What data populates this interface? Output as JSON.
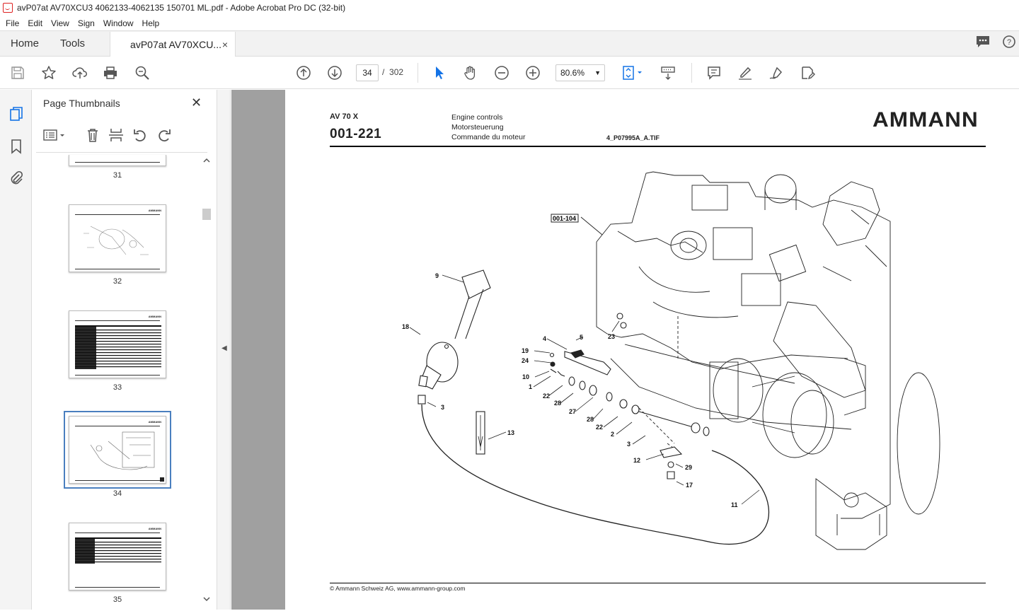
{
  "window": {
    "title": "avP07at AV70XCU3 4062133-4062135 150701 ML.pdf - Adobe Acrobat Pro DC (32-bit)"
  },
  "menu": {
    "items": [
      "File",
      "Edit",
      "View",
      "Sign",
      "Window",
      "Help"
    ]
  },
  "tabs": {
    "home": "Home",
    "tools": "Tools",
    "document": "avP07at AV70XCU...",
    "close": "×"
  },
  "toolbar": {
    "page_current": "34",
    "page_sep": "/",
    "page_total": "302",
    "zoom": "80.6%"
  },
  "thumbnails": {
    "title": "Page Thumbnails",
    "close": "✕",
    "pages": [
      {
        "label": "31"
      },
      {
        "label": "32"
      },
      {
        "label": "33"
      },
      {
        "label": "34",
        "selected": true
      },
      {
        "label": "35"
      }
    ]
  },
  "document": {
    "model": "AV 70 X",
    "code": "001-221",
    "desc_en": "Engine controls",
    "desc_de": "Motorsteuerung",
    "desc_fr": "Commande du moteur",
    "file": "4_P07995A_A.TIF",
    "brand": "AMMANN",
    "footer": "© Ammann Schweiz AG, www.ammann-group.com",
    "ref_box": "001-104",
    "callouts": [
      "9",
      "18",
      "3",
      "13",
      "4",
      "5",
      "19",
      "24",
      "10",
      "1",
      "22",
      "28",
      "27",
      "28",
      "22",
      "2",
      "3",
      "12",
      "29",
      "17",
      "11",
      "23"
    ]
  },
  "icons": {
    "save": "save-icon",
    "bookmark": "star-icon",
    "upload": "upload-icon",
    "print": "print-icon",
    "search": "zoom-search-icon",
    "prev": "arrow-up-icon",
    "next": "arrow-down-icon",
    "select": "cursor-icon",
    "hand": "hand-icon",
    "zoomout": "zoom-out-icon",
    "zoomin": "zoom-in-icon"
  },
  "colors": {
    "accent": "#1473e6",
    "selection": "#4a7fbf",
    "pdf_red": "#d22222"
  }
}
